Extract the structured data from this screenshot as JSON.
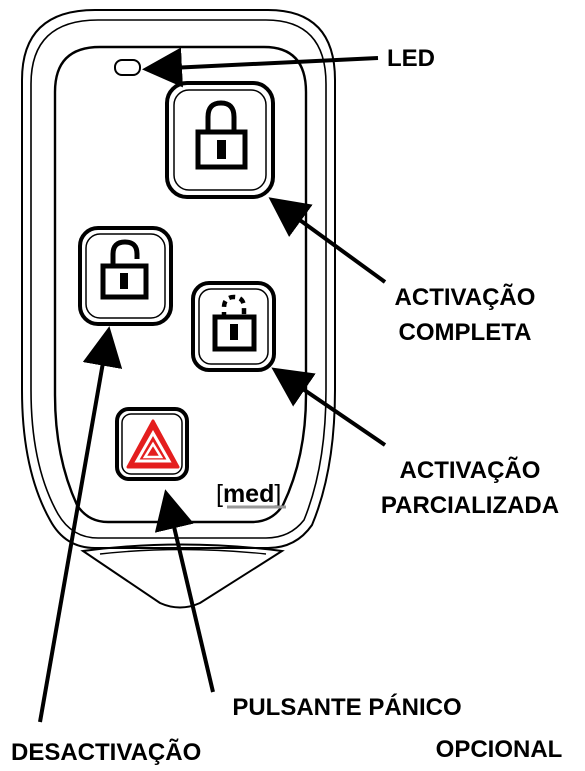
{
  "labels": {
    "led": "LED",
    "full_activation_line1": "ACTIVAÇÃO",
    "full_activation_line2": "COMPLETA",
    "partial_activation_line1": "ACTIVAÇÃO",
    "partial_activation_line2": "PARCIALIZADA",
    "panic_button": "PULSANTE PÁNICO",
    "deactivation": "DESACTIVAÇÃO",
    "optional": "OPCIONAL"
  },
  "brand": {
    "open_bracket": "[",
    "name": "med",
    "close_bracket": "]"
  },
  "icons": {
    "full_activation": "lock-closed-icon",
    "deactivation": "lock-open-icon",
    "partial_activation": "lock-partial-icon",
    "panic": "warning-triangle-icon",
    "led": "led-indicator-icon"
  },
  "colors": {
    "outline": "#000000",
    "panic_red": "#e41e1e",
    "background": "#ffffff",
    "brand_underline": "#999999"
  }
}
